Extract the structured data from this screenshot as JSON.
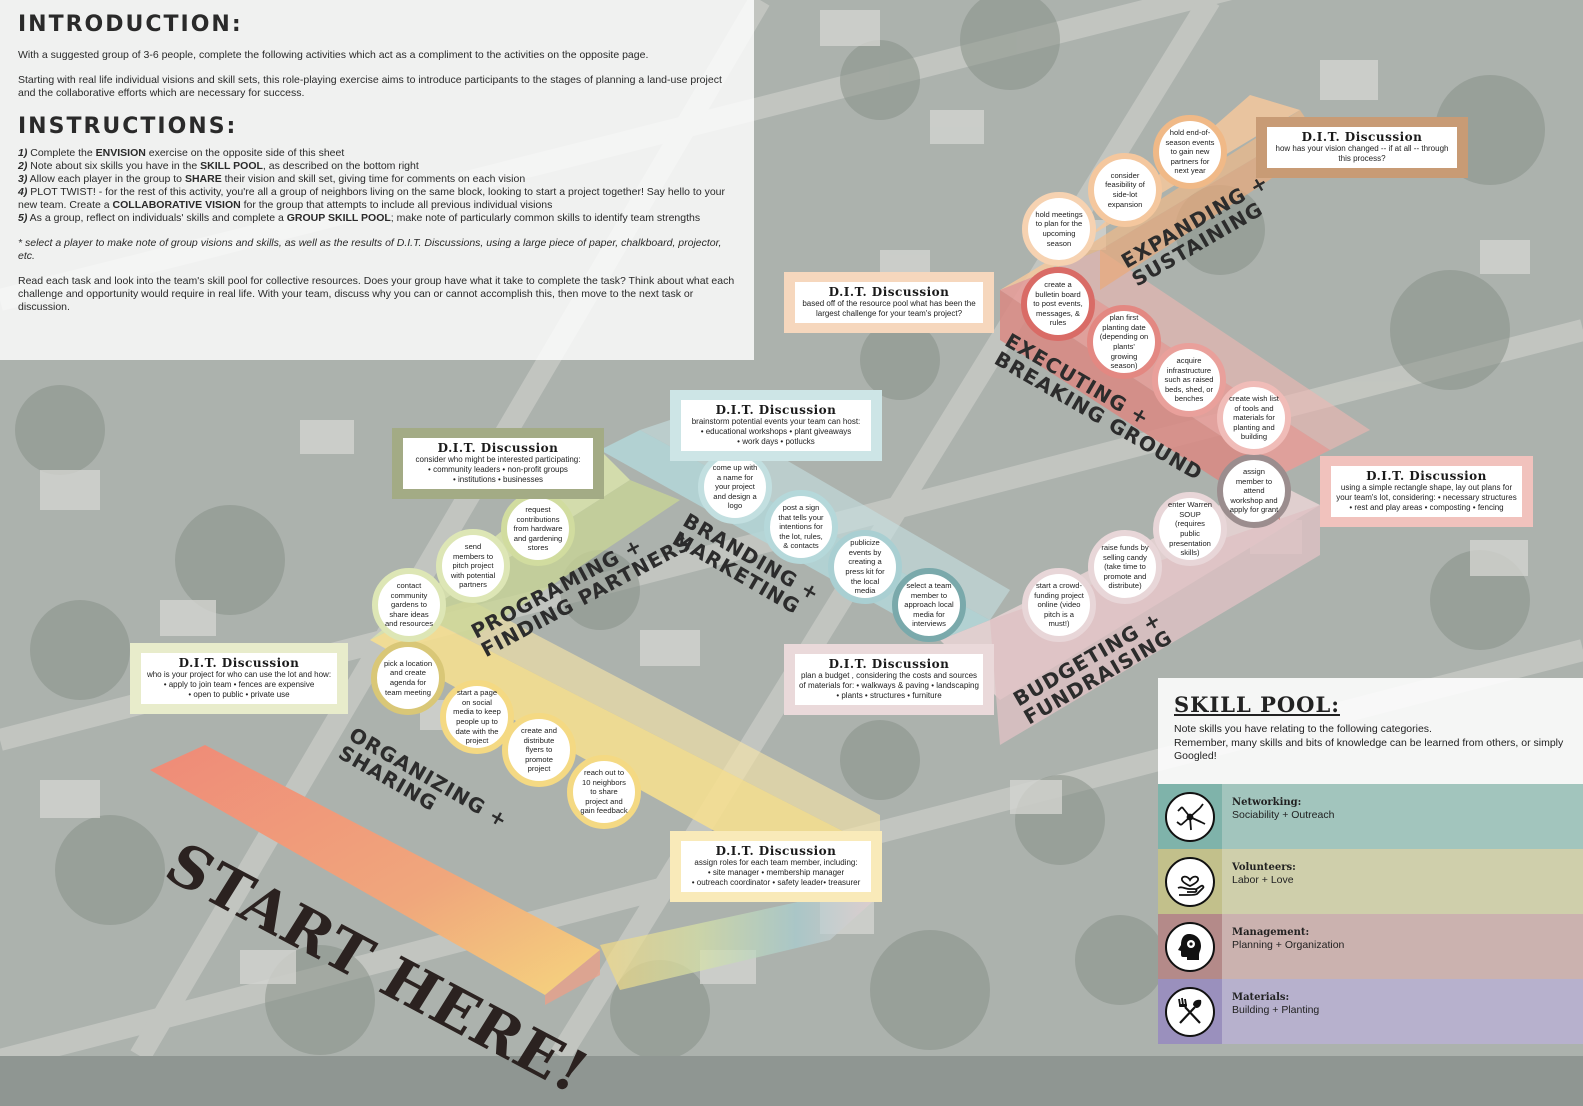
{
  "intro": {
    "heading": "INTRODUCTION:",
    "p1": "With a suggested group of 3-6 people, complete the following activities which act as a compliment to the activities on the opposite page.",
    "p2": "Starting with real life individual visions and skill sets, this role-playing exercise aims to introduce participants to the stages of planning a land-use project and the collaborative efforts which are necessary for success."
  },
  "instructions": {
    "heading": "INSTRUCTIONS:",
    "steps": [
      {
        "num": "1)",
        "pre": " Complete the ",
        "bold": "ENVISION",
        "post": " exercise on the opposite side of this sheet"
      },
      {
        "num": "2)",
        "pre": " Note about six skills you have in the ",
        "bold": "SKILL POOL",
        "post": ", as described on the bottom right"
      },
      {
        "num": "3)",
        "pre": " Allow each player in the group to ",
        "bold": "SHARE",
        "post": " their vision and skill set, giving time for comments on each vision"
      },
      {
        "num": "4)",
        "pre": " PLOT TWIST! - for the rest of this activity, you're all a group of neighbors living on the same block, looking to start a project together! Say hello to your new team. Create a ",
        "bold": "COLLABORATIVE VISION",
        "post": " for the group that attempts to include all previous individual visions"
      },
      {
        "num": "5)",
        "pre": " As a group, reflect on individuals' skills and complete a ",
        "bold": "GROUP SKILL POOL",
        "post": "; make note of particularly common skills to identify team strengths"
      }
    ],
    "note": "* select a player to make note of group visions and skills, as well as the results of D.I.T. Discussions, using a large piece of paper, chalkboard, projector, etc.",
    "closing": "Read each task and look into the team's skill pool for collective resources. Does your group have what it take to complete the task? Think about what each challenge and opportunity would require in real life. With your team, discuss why you can or cannot accomplish this, then move to the next task or discussion."
  },
  "colors": {
    "organizing": "#f4d983",
    "programing": "#d5dfa6",
    "branding": "#a9cfd2",
    "budgeting": "#e6cdd0",
    "executing": "#e3948f",
    "expanding": "#f2c194",
    "start": "#ef8f77"
  },
  "start_label": "START HERE!",
  "stages": [
    {
      "label_line1": "ORGANIZING +",
      "label_line2": "SHARING"
    },
    {
      "label_line1": "PROGRAMING +",
      "label_line2": "FINDING PARTNERS"
    },
    {
      "label_line1": "BRANDING +",
      "label_line2": "MARKETING"
    },
    {
      "label_line1": "BUDGETING +",
      "label_line2": "FUNDRAISING"
    },
    {
      "label_line1": "EXECUTING +",
      "label_line2": "BREAKING GROUND"
    },
    {
      "label_line1": "EXPANDING +",
      "label_line2": "SUSTAINING"
    }
  ],
  "tasks": {
    "organizing": [
      "pick a location and create agenda for team meeting",
      "start a page on social media to keep people up to date with the project",
      "create and distribute flyers to promote project",
      "reach out to 10 neighbors to share project and gain feedback"
    ],
    "programing": [
      "contact community gardens to share ideas and resources",
      "send members to pitch project with potential partners",
      "request contributions from hardware and gardening stores"
    ],
    "branding": [
      "come up with a name for your project and design a logo",
      "post a sign that tells your intentions for the lot, rules, & contacts",
      "publicize events by creating a press kit for the local media",
      "select a team member to approach local media for interviews"
    ],
    "budgeting": [
      "start a crowd-funding project online (video pitch is a must!)",
      "raise funds by selling candy (take time to promote and distribute)",
      "enter Warren SOUP (requires public presentation skills)",
      "assign member to attend workshop and apply for grant"
    ],
    "executing": [
      "create a bulletin board to post events, messages, & rules",
      "plan first planting date (depending on plants' growing season)",
      "acquire infrastructure such as raised beds, shed, or benches",
      "create wish list of tools and materials for planting and building"
    ],
    "expanding": [
      "hold meetings to plan for the upcoming season",
      "consider feasibility of side-lot expansion",
      "hold end-of-season events to gain new partners for next year"
    ]
  },
  "discussions": {
    "title": "D.I.T. Discussion",
    "d1": {
      "line1": "who is your project for who can use the lot and how:",
      "line2": "• apply to join team • fences are expensive",
      "line3": "• open to public • private use"
    },
    "d2": {
      "line1": "consider who might be interested participating:",
      "line2": "• community leaders • non-profit groups",
      "line3": "• institutions • businesses"
    },
    "d3": {
      "line1": "brainstorm potential events your team can host:",
      "line2": "• educational workshops • plant giveaways",
      "line3": "• work days • potlucks"
    },
    "d4": {
      "line1": "plan a budget , considering the costs and sources",
      "line2": "of materials for: • walkways & paving • landscaping",
      "line3": "• plants • structures • furniture"
    },
    "d5": {
      "line1": "based off of the resource pool what has been the",
      "line2": "largest challenge for your team's project?",
      "line3": ""
    },
    "d6": {
      "line1": "how has your vision changed -- if at all -- through",
      "line2": "this process?",
      "line3": ""
    },
    "d7": {
      "line1": "using a simple rectangle shape, lay out plans for",
      "line2": "your team's lot, considering: • necessary structures",
      "line3": "• rest and play areas • composting • fencing"
    },
    "d8": {
      "line1": "assign roles for each team member, including:",
      "line2": "• site manager • membership manager",
      "line3": "• outreach coordinator • safety leader• treasurer"
    }
  },
  "skill_pool": {
    "heading": "SKILL POOL:",
    "desc1": "Note skills you have relating to the following categories.",
    "desc2": "Remember, many skills and bits of knowledge can be learned from others, or simply Googled!",
    "categories": [
      {
        "name": "Networking:",
        "desc": "Sociability + Outreach",
        "icon": "network-icon",
        "color": "#9fcbc3"
      },
      {
        "name": "Volunteers:",
        "desc": "Labor + Love",
        "icon": "heart-hand-icon",
        "color": "#cfcfa0"
      },
      {
        "name": "Management:",
        "desc": "Planning + Organization",
        "icon": "head-gears-icon",
        "color": "#c8a7a6"
      },
      {
        "name": "Materials:",
        "desc": "Building + Planting",
        "icon": "shovel-fork-icon",
        "color": "#b3abcc"
      }
    ]
  }
}
